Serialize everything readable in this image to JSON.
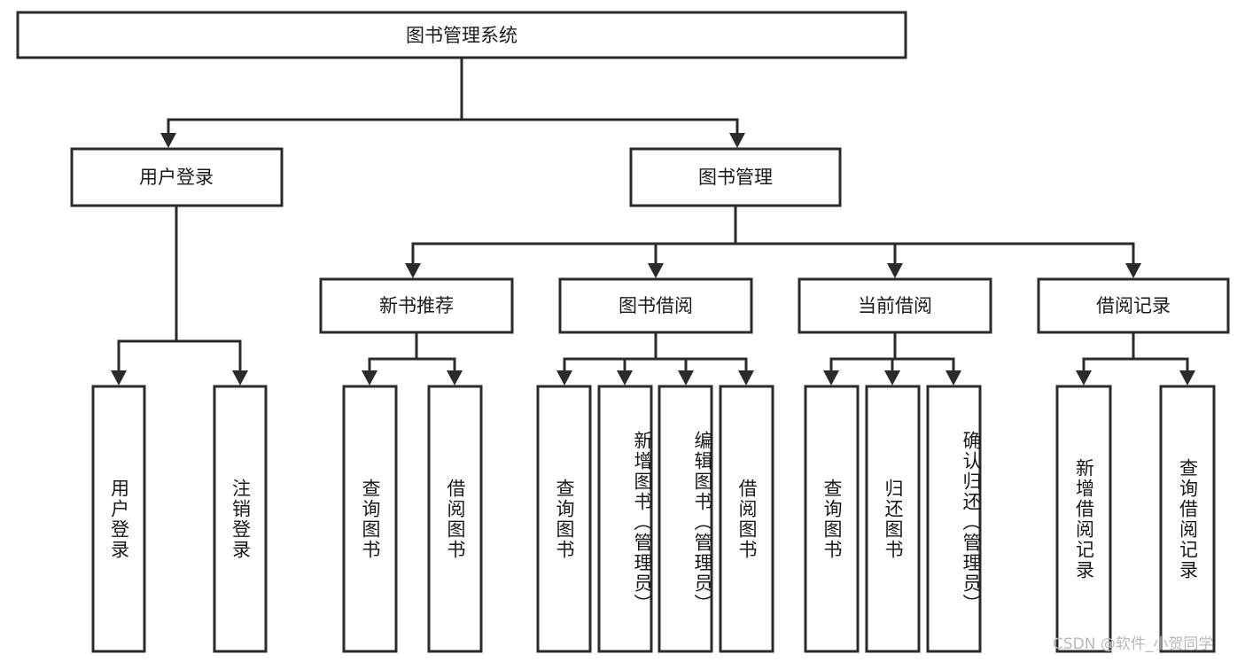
{
  "diagram": {
    "title": "图书管理系统",
    "type": "tree",
    "watermark": "CSDN @软件_小贺同学",
    "colors": {
      "stroke": "#2b2b2b",
      "fill": "#ffffff",
      "text": "#1a1a1a",
      "watermark": "#b9b9b9",
      "background": "#ffffff"
    },
    "root": {
      "label": "图书管理系统"
    },
    "level2": [
      {
        "label": "用户登录"
      },
      {
        "label": "图书管理"
      }
    ],
    "level3": [
      {
        "label": "新书推荐"
      },
      {
        "label": "图书借阅"
      },
      {
        "label": "当前借阅"
      },
      {
        "label": "借阅记录"
      }
    ],
    "leaves": {
      "user_login": [
        {
          "label": "用户登录"
        },
        {
          "label": "注销登录"
        }
      ],
      "new_book_recommend": [
        {
          "label": "查询图书"
        },
        {
          "label": "借阅图书"
        }
      ],
      "book_borrow": [
        {
          "label": "查询图书"
        },
        {
          "label": "新增图书（管理员）"
        },
        {
          "label": "编辑图书（管理员）"
        },
        {
          "label": "借阅图书"
        }
      ],
      "current_borrow": [
        {
          "label": "查询图书"
        },
        {
          "label": "归还图书"
        },
        {
          "label": "确认归还（管理员）"
        }
      ],
      "borrow_record": [
        {
          "label": "新增借阅记录"
        },
        {
          "label": "查询借阅记录"
        }
      ]
    }
  }
}
